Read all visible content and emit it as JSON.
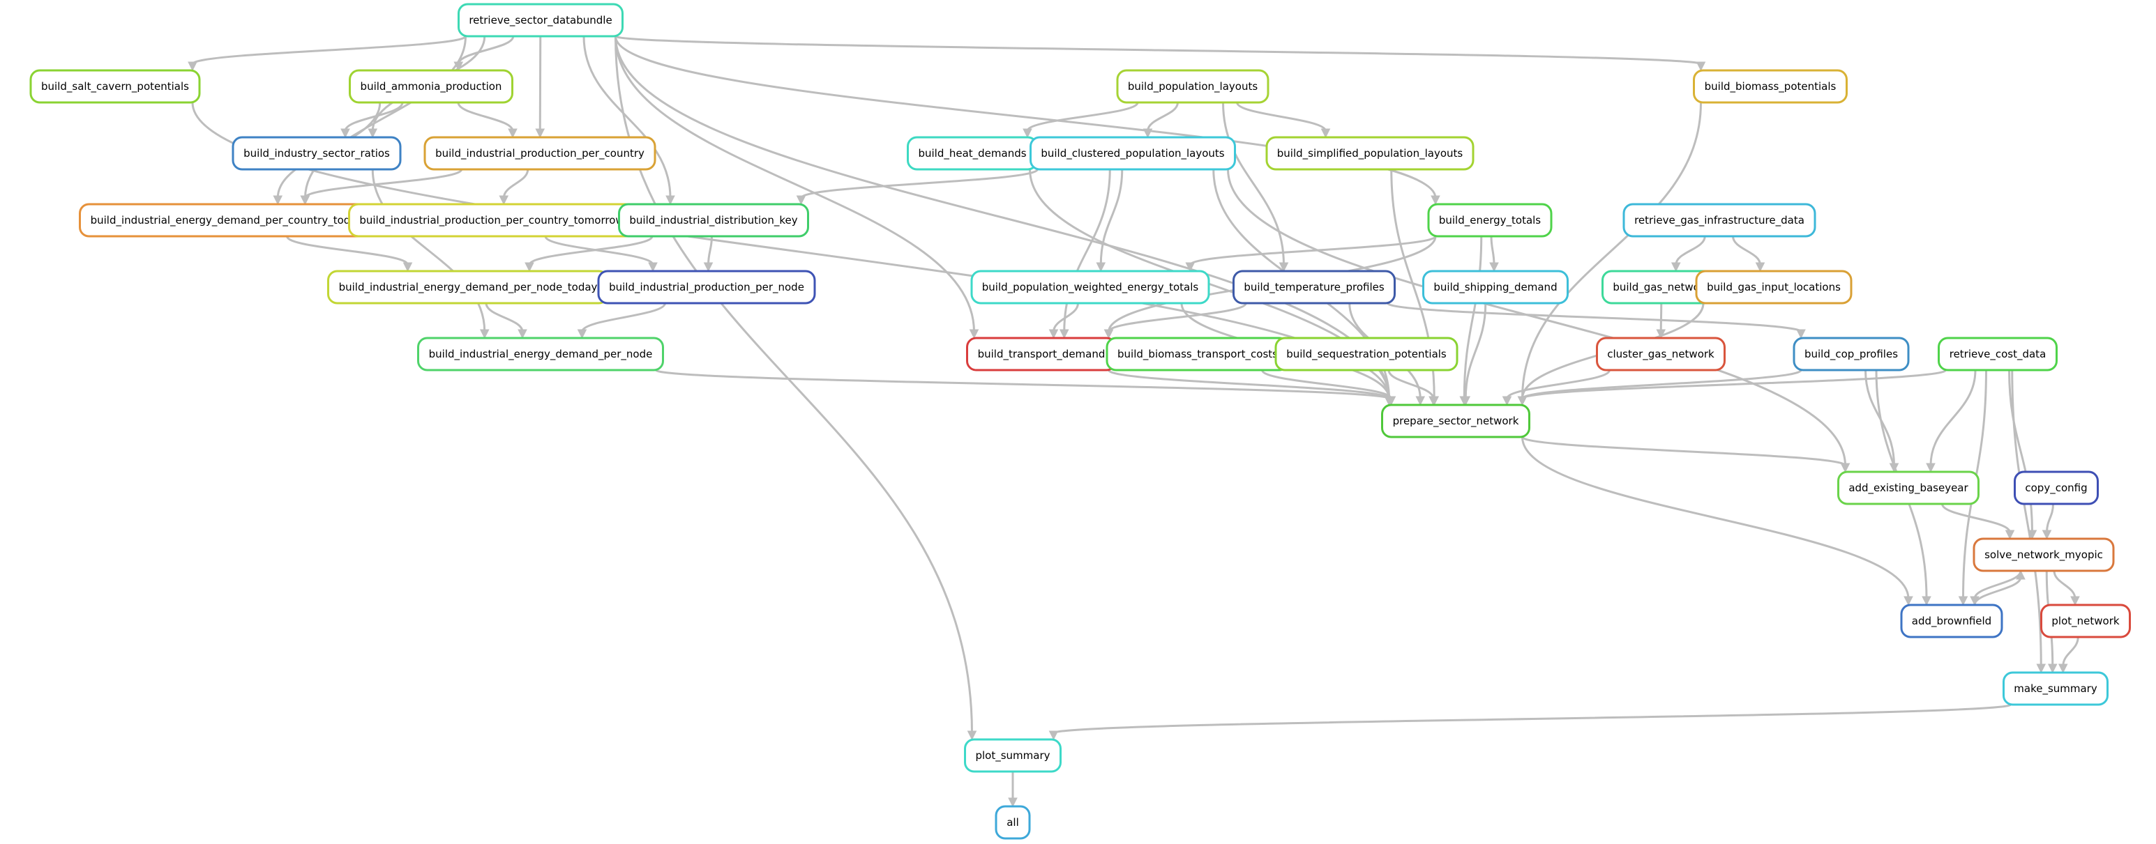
{
  "nodes": [
    {
      "id": "retrieve_sector_databundle",
      "label": "retrieve_sector_databundle",
      "color": "#3dd9b4"
    },
    {
      "id": "build_salt_cavern_potentials",
      "label": "build_salt_cavern_potentials",
      "color": "#8ad332"
    },
    {
      "id": "build_ammonia_production",
      "label": "build_ammonia_production",
      "color": "#9fd331"
    },
    {
      "id": "build_population_layouts",
      "label": "build_population_layouts",
      "color": "#a6d334"
    },
    {
      "id": "build_biomass_potentials",
      "label": "build_biomass_potentials",
      "color": "#d9b235"
    },
    {
      "id": "build_industry_sector_ratios",
      "label": "build_industry_sector_ratios",
      "color": "#3e82c4"
    },
    {
      "id": "build_industrial_production_per_country",
      "label": "build_industrial_production_per_country",
      "color": "#d9a235"
    },
    {
      "id": "build_heat_demands",
      "label": "build_heat_demands",
      "color": "#3dd9c2"
    },
    {
      "id": "build_clustered_population_layouts",
      "label": "build_clustered_population_layouts",
      "color": "#3dc8d9"
    },
    {
      "id": "build_simplified_population_layouts",
      "label": "build_simplified_population_layouts",
      "color": "#a3d331"
    },
    {
      "id": "build_industrial_energy_demand_per_country_today",
      "label": "build_industrial_energy_demand_per_country_today",
      "color": "#e6913a"
    },
    {
      "id": "build_industrial_production_per_country_tomorrow",
      "label": "build_industrial_production_per_country_tomorrow",
      "color": "#d3d334"
    },
    {
      "id": "build_industrial_distribution_key",
      "label": "build_industrial_distribution_key",
      "color": "#3fcd6a"
    },
    {
      "id": "build_energy_totals",
      "label": "build_energy_totals",
      "color": "#4fd34a"
    },
    {
      "id": "retrieve_gas_infrastructure_data",
      "label": "retrieve_gas_infrastructure_data",
      "color": "#3db8d9"
    },
    {
      "id": "build_industrial_energy_demand_per_node_today",
      "label": "build_industrial_energy_demand_per_node_today",
      "color": "#c2d634"
    },
    {
      "id": "build_industrial_production_per_node",
      "label": "build_industrial_production_per_node",
      "color": "#3e53b4"
    },
    {
      "id": "build_population_weighted_energy_totals",
      "label": "build_population_weighted_energy_totals",
      "color": "#3dd9c8"
    },
    {
      "id": "build_temperature_profiles",
      "label": "build_temperature_profiles",
      "color": "#3e5aa8"
    },
    {
      "id": "build_shipping_demand",
      "label": "build_shipping_demand",
      "color": "#3dbfd9"
    },
    {
      "id": "build_gas_network",
      "label": "build_gas_network",
      "color": "#3dd99a"
    },
    {
      "id": "build_gas_input_locations",
      "label": "build_gas_input_locations",
      "color": "#d9a035"
    },
    {
      "id": "build_industrial_energy_demand_per_node",
      "label": "build_industrial_energy_demand_per_node",
      "color": "#4fd36a"
    },
    {
      "id": "build_transport_demand",
      "label": "build_transport_demand",
      "color": "#d93d3d"
    },
    {
      "id": "build_biomass_transport_costs",
      "label": "build_biomass_transport_costs",
      "color": "#4fd34a"
    },
    {
      "id": "build_sequestration_potentials",
      "label": "build_sequestration_potentials",
      "color": "#8ad332"
    },
    {
      "id": "cluster_gas_network",
      "label": "cluster_gas_network",
      "color": "#d9553d"
    },
    {
      "id": "build_cop_profiles",
      "label": "build_cop_profiles",
      "color": "#3e8ec4"
    },
    {
      "id": "retrieve_cost_data",
      "label": "retrieve_cost_data",
      "color": "#4fd34a"
    },
    {
      "id": "prepare_sector_network",
      "label": "prepare_sector_network",
      "color": "#4fc83a"
    },
    {
      "id": "add_existing_baseyear",
      "label": "add_existing_baseyear",
      "color": "#6ad34a"
    },
    {
      "id": "copy_config",
      "label": "copy_config",
      "color": "#3e4fb4"
    },
    {
      "id": "solve_network_myopic",
      "label": "solve_network_myopic",
      "color": "#d9783d"
    },
    {
      "id": "add_brownfield",
      "label": "add_brownfield",
      "color": "#3e74c4"
    },
    {
      "id": "plot_network",
      "label": "plot_network",
      "color": "#d94a3d"
    },
    {
      "id": "make_summary",
      "label": "make_summary",
      "color": "#3dc8d9"
    },
    {
      "id": "plot_summary",
      "label": "plot_summary",
      "color": "#3dd9c8"
    },
    {
      "id": "all",
      "label": "all",
      "color": "#3da8d9"
    }
  ],
  "edges": [
    [
      "retrieve_sector_databundle",
      "build_salt_cavern_potentials"
    ],
    [
      "retrieve_sector_databundle",
      "build_ammonia_production"
    ],
    [
      "retrieve_sector_databundle",
      "build_industry_sector_ratios"
    ],
    [
      "retrieve_sector_databundle",
      "build_industrial_production_per_country"
    ],
    [
      "retrieve_sector_databundle",
      "build_industrial_energy_demand_per_country_today"
    ],
    [
      "retrieve_sector_databundle",
      "build_industrial_distribution_key"
    ],
    [
      "retrieve_sector_databundle",
      "build_transport_demand"
    ],
    [
      "retrieve_sector_databundle",
      "build_energy_totals"
    ],
    [
      "retrieve_sector_databundle",
      "build_biomass_potentials"
    ],
    [
      "retrieve_sector_databundle",
      "prepare_sector_network"
    ],
    [
      "retrieve_sector_databundle",
      "plot_summary"
    ],
    [
      "build_salt_cavern_potentials",
      "prepare_sector_network"
    ],
    [
      "build_ammonia_production",
      "build_industry_sector_ratios"
    ],
    [
      "build_ammonia_production",
      "build_industrial_production_per_country"
    ],
    [
      "build_ammonia_production",
      "build_industrial_energy_demand_per_country_today"
    ],
    [
      "build_industry_sector_ratios",
      "build_industrial_energy_demand_per_node"
    ],
    [
      "build_industrial_production_per_country",
      "build_industrial_energy_demand_per_country_today"
    ],
    [
      "build_industrial_production_per_country",
      "build_industrial_production_per_country_tomorrow"
    ],
    [
      "build_industrial_energy_demand_per_country_today",
      "build_industrial_energy_demand_per_node_today"
    ],
    [
      "build_industrial_production_per_country_tomorrow",
      "build_industrial_production_per_node"
    ],
    [
      "build_industrial_distribution_key",
      "build_industrial_energy_demand_per_node_today"
    ],
    [
      "build_industrial_distribution_key",
      "build_industrial_production_per_node"
    ],
    [
      "build_industrial_energy_demand_per_node_today",
      "build_industrial_energy_demand_per_node"
    ],
    [
      "build_industrial_production_per_node",
      "build_industrial_energy_demand_per_node"
    ],
    [
      "build_industrial_energy_demand_per_node",
      "prepare_sector_network"
    ],
    [
      "build_population_layouts",
      "build_heat_demands"
    ],
    [
      "build_population_layouts",
      "build_clustered_population_layouts"
    ],
    [
      "build_population_layouts",
      "build_simplified_population_layouts"
    ],
    [
      "build_population_layouts",
      "build_temperature_profiles"
    ],
    [
      "build_clustered_population_layouts",
      "build_industrial_distribution_key"
    ],
    [
      "build_clustered_population_layouts",
      "build_population_weighted_energy_totals"
    ],
    [
      "build_clustered_population_layouts",
      "build_transport_demand"
    ],
    [
      "build_clustered_population_layouts",
      "prepare_sector_network"
    ],
    [
      "build_clustered_population_layouts",
      "add_existing_baseyear"
    ],
    [
      "build_heat_demands",
      "prepare_sector_network"
    ],
    [
      "build_simplified_population_layouts",
      "prepare_sector_network"
    ],
    [
      "build_energy_totals",
      "build_population_weighted_energy_totals"
    ],
    [
      "build_energy_totals",
      "build_transport_demand"
    ],
    [
      "build_energy_totals",
      "build_shipping_demand"
    ],
    [
      "build_energy_totals",
      "prepare_sector_network"
    ],
    [
      "build_population_weighted_energy_totals",
      "build_transport_demand"
    ],
    [
      "build_population_weighted_energy_totals",
      "prepare_sector_network"
    ],
    [
      "build_temperature_profiles",
      "build_transport_demand"
    ],
    [
      "build_temperature_profiles",
      "build_cop_profiles"
    ],
    [
      "build_temperature_profiles",
      "prepare_sector_network"
    ],
    [
      "build_shipping_demand",
      "prepare_sector_network"
    ],
    [
      "build_transport_demand",
      "prepare_sector_network"
    ],
    [
      "build_biomass_transport_costs",
      "prepare_sector_network"
    ],
    [
      "build_sequestration_potentials",
      "prepare_sector_network"
    ],
    [
      "retrieve_gas_infrastructure_data",
      "build_gas_network"
    ],
    [
      "retrieve_gas_infrastructure_data",
      "build_gas_input_locations"
    ],
    [
      "build_gas_network",
      "cluster_gas_network"
    ],
    [
      "cluster_gas_network",
      "prepare_sector_network"
    ],
    [
      "build_gas_input_locations",
      "prepare_sector_network"
    ],
    [
      "build_biomass_potentials",
      "prepare_sector_network"
    ],
    [
      "build_cop_profiles",
      "prepare_sector_network"
    ],
    [
      "build_cop_profiles",
      "add_existing_baseyear"
    ],
    [
      "build_cop_profiles",
      "add_brownfield"
    ],
    [
      "retrieve_cost_data",
      "prepare_sector_network"
    ],
    [
      "retrieve_cost_data",
      "add_existing_baseyear"
    ],
    [
      "retrieve_cost_data",
      "solve_network_myopic"
    ],
    [
      "retrieve_cost_data",
      "add_brownfield"
    ],
    [
      "retrieve_cost_data",
      "make_summary"
    ],
    [
      "prepare_sector_network",
      "add_existing_baseyear"
    ],
    [
      "prepare_sector_network",
      "add_brownfield"
    ],
    [
      "add_existing_baseyear",
      "solve_network_myopic"
    ],
    [
      "copy_config",
      "solve_network_myopic"
    ],
    [
      "solve_network_myopic",
      "add_brownfield"
    ],
    [
      "add_brownfield",
      "solve_network_myopic"
    ],
    [
      "solve_network_myopic",
      "plot_network"
    ],
    [
      "solve_network_myopic",
      "make_summary"
    ],
    [
      "plot_network",
      "make_summary"
    ],
    [
      "make_summary",
      "plot_summary"
    ],
    [
      "plot_summary",
      "all"
    ]
  ]
}
